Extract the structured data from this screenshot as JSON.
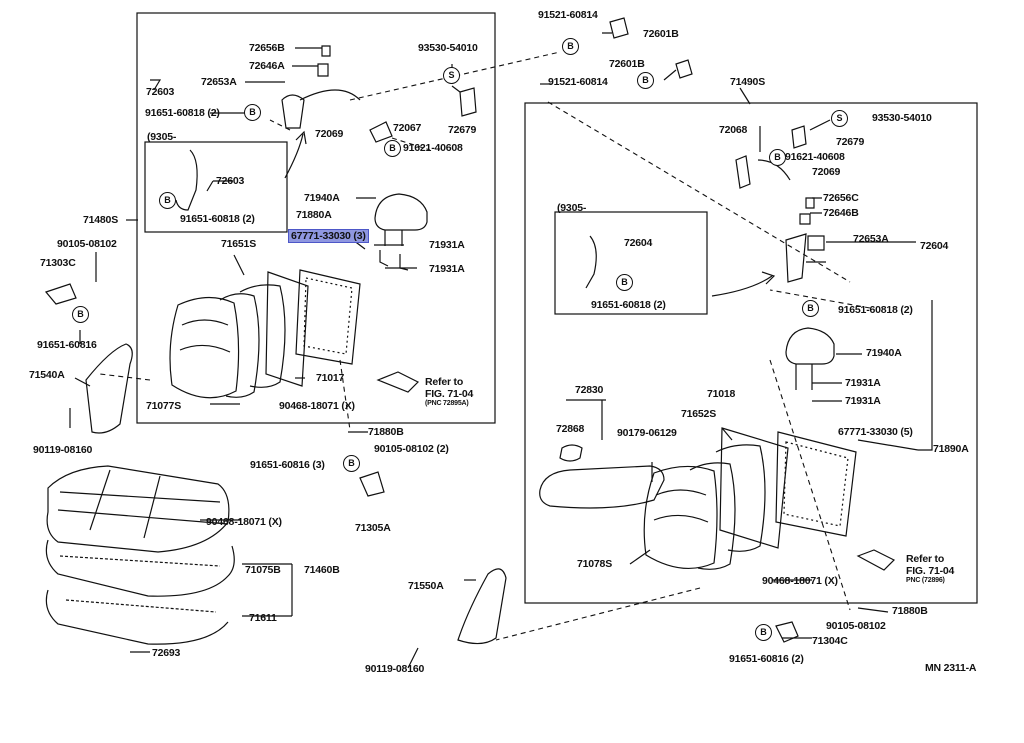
{
  "diagram": {
    "callouts": {
      "c72656B": "72656B",
      "c72646A": "72646A",
      "c72653A_l": "72653A",
      "c72603_top": "72603",
      "c91651_60818_2_l": "91651-60818 (2)",
      "c72069_l": "72069",
      "c93530_54010_l": "93530-54010",
      "c72067": "72067",
      "c72679_l": "72679",
      "c91621_40608_l": "91621-40608",
      "c9305_l": "(9305-",
      "c72603_inset": "72603",
      "c91651_60818_2_inset_l": "91651-60818 (2)",
      "c71480S": "71480S",
      "c71940A_l": "71940A",
      "c71880A": "71880A",
      "c67771_33030_3": "67771-33030 (3)",
      "c71931A_l1": "71931A",
      "c71931A_l2": "71931A",
      "c71651S": "71651S",
      "c71017": "71017",
      "c71077S": "71077S",
      "c90468_18071_x_l": "90468-18071 (X)",
      "refer_l": "Refer to",
      "fig_l": "FIG. 71-04",
      "pnc_l": "(PNC 72895A)",
      "c71880B_l": "71880B",
      "c90105_08102": "90105-08102",
      "c71303C": "71303C",
      "c91651_60816_l": "91651-60816",
      "c71540A": "71540A",
      "c90119_08160_l": "90119-08160",
      "c91651_60816_3": "91651-60816 (3)",
      "c90105_08102_2": "90105-08102 (2)",
      "c71305A": "71305A",
      "c90468_18071_x_b": "90468-18071 (X)",
      "c71075B": "71075B",
      "c71460B": "71460B",
      "c71611": "71611",
      "c72693": "72693",
      "c91521_60814_t": "91521-60814",
      "c72601B_t": "72601B",
      "c72601B_2": "72601B",
      "c91521_60814_2": "91521-60814",
      "c71490S": "71490S",
      "c72068": "72068",
      "c93530_54010_r": "93530-54010",
      "c72679_r": "72679",
      "c91621_40608_r": "91621-40608",
      "c72069_r": "72069",
      "c72656C": "72656C",
      "c72646B": "72646B",
      "c72653A_r": "72653A",
      "c72604_r": "72604",
      "c9305_r": "(9305-",
      "c72604_inset": "72604",
      "c91651_60818_2_inset_r": "91651-60818 (2)",
      "c91651_60818_2_r": "91651-60818 (2)",
      "c71940A_r": "71940A",
      "c71931A_r1": "71931A",
      "c71931A_r2": "71931A",
      "c72830": "72830",
      "c71018": "71018",
      "c72868": "72868",
      "c90179_06129": "90179-06129",
      "c71652S": "71652S",
      "c67771_33030_5": "67771-33030 (5)",
      "c71890A": "71890A",
      "c71078S": "71078S",
      "refer_r": "Refer to",
      "fig_r": "FIG. 71-04",
      "pnc_r": "PNC (72896)",
      "c90468_18071_x_r": "90468-18071 (X)",
      "c71550A": "71550A",
      "c71880B_r": "71880B",
      "c90105_08102_r": "90105-08102",
      "c71304C": "71304C",
      "c91651_60816_2": "91651-60816 (2)",
      "c90119_08160_b": "90119-08160",
      "mn": "MN 2311-A"
    },
    "badges": {
      "b": "B",
      "s": "S"
    }
  }
}
